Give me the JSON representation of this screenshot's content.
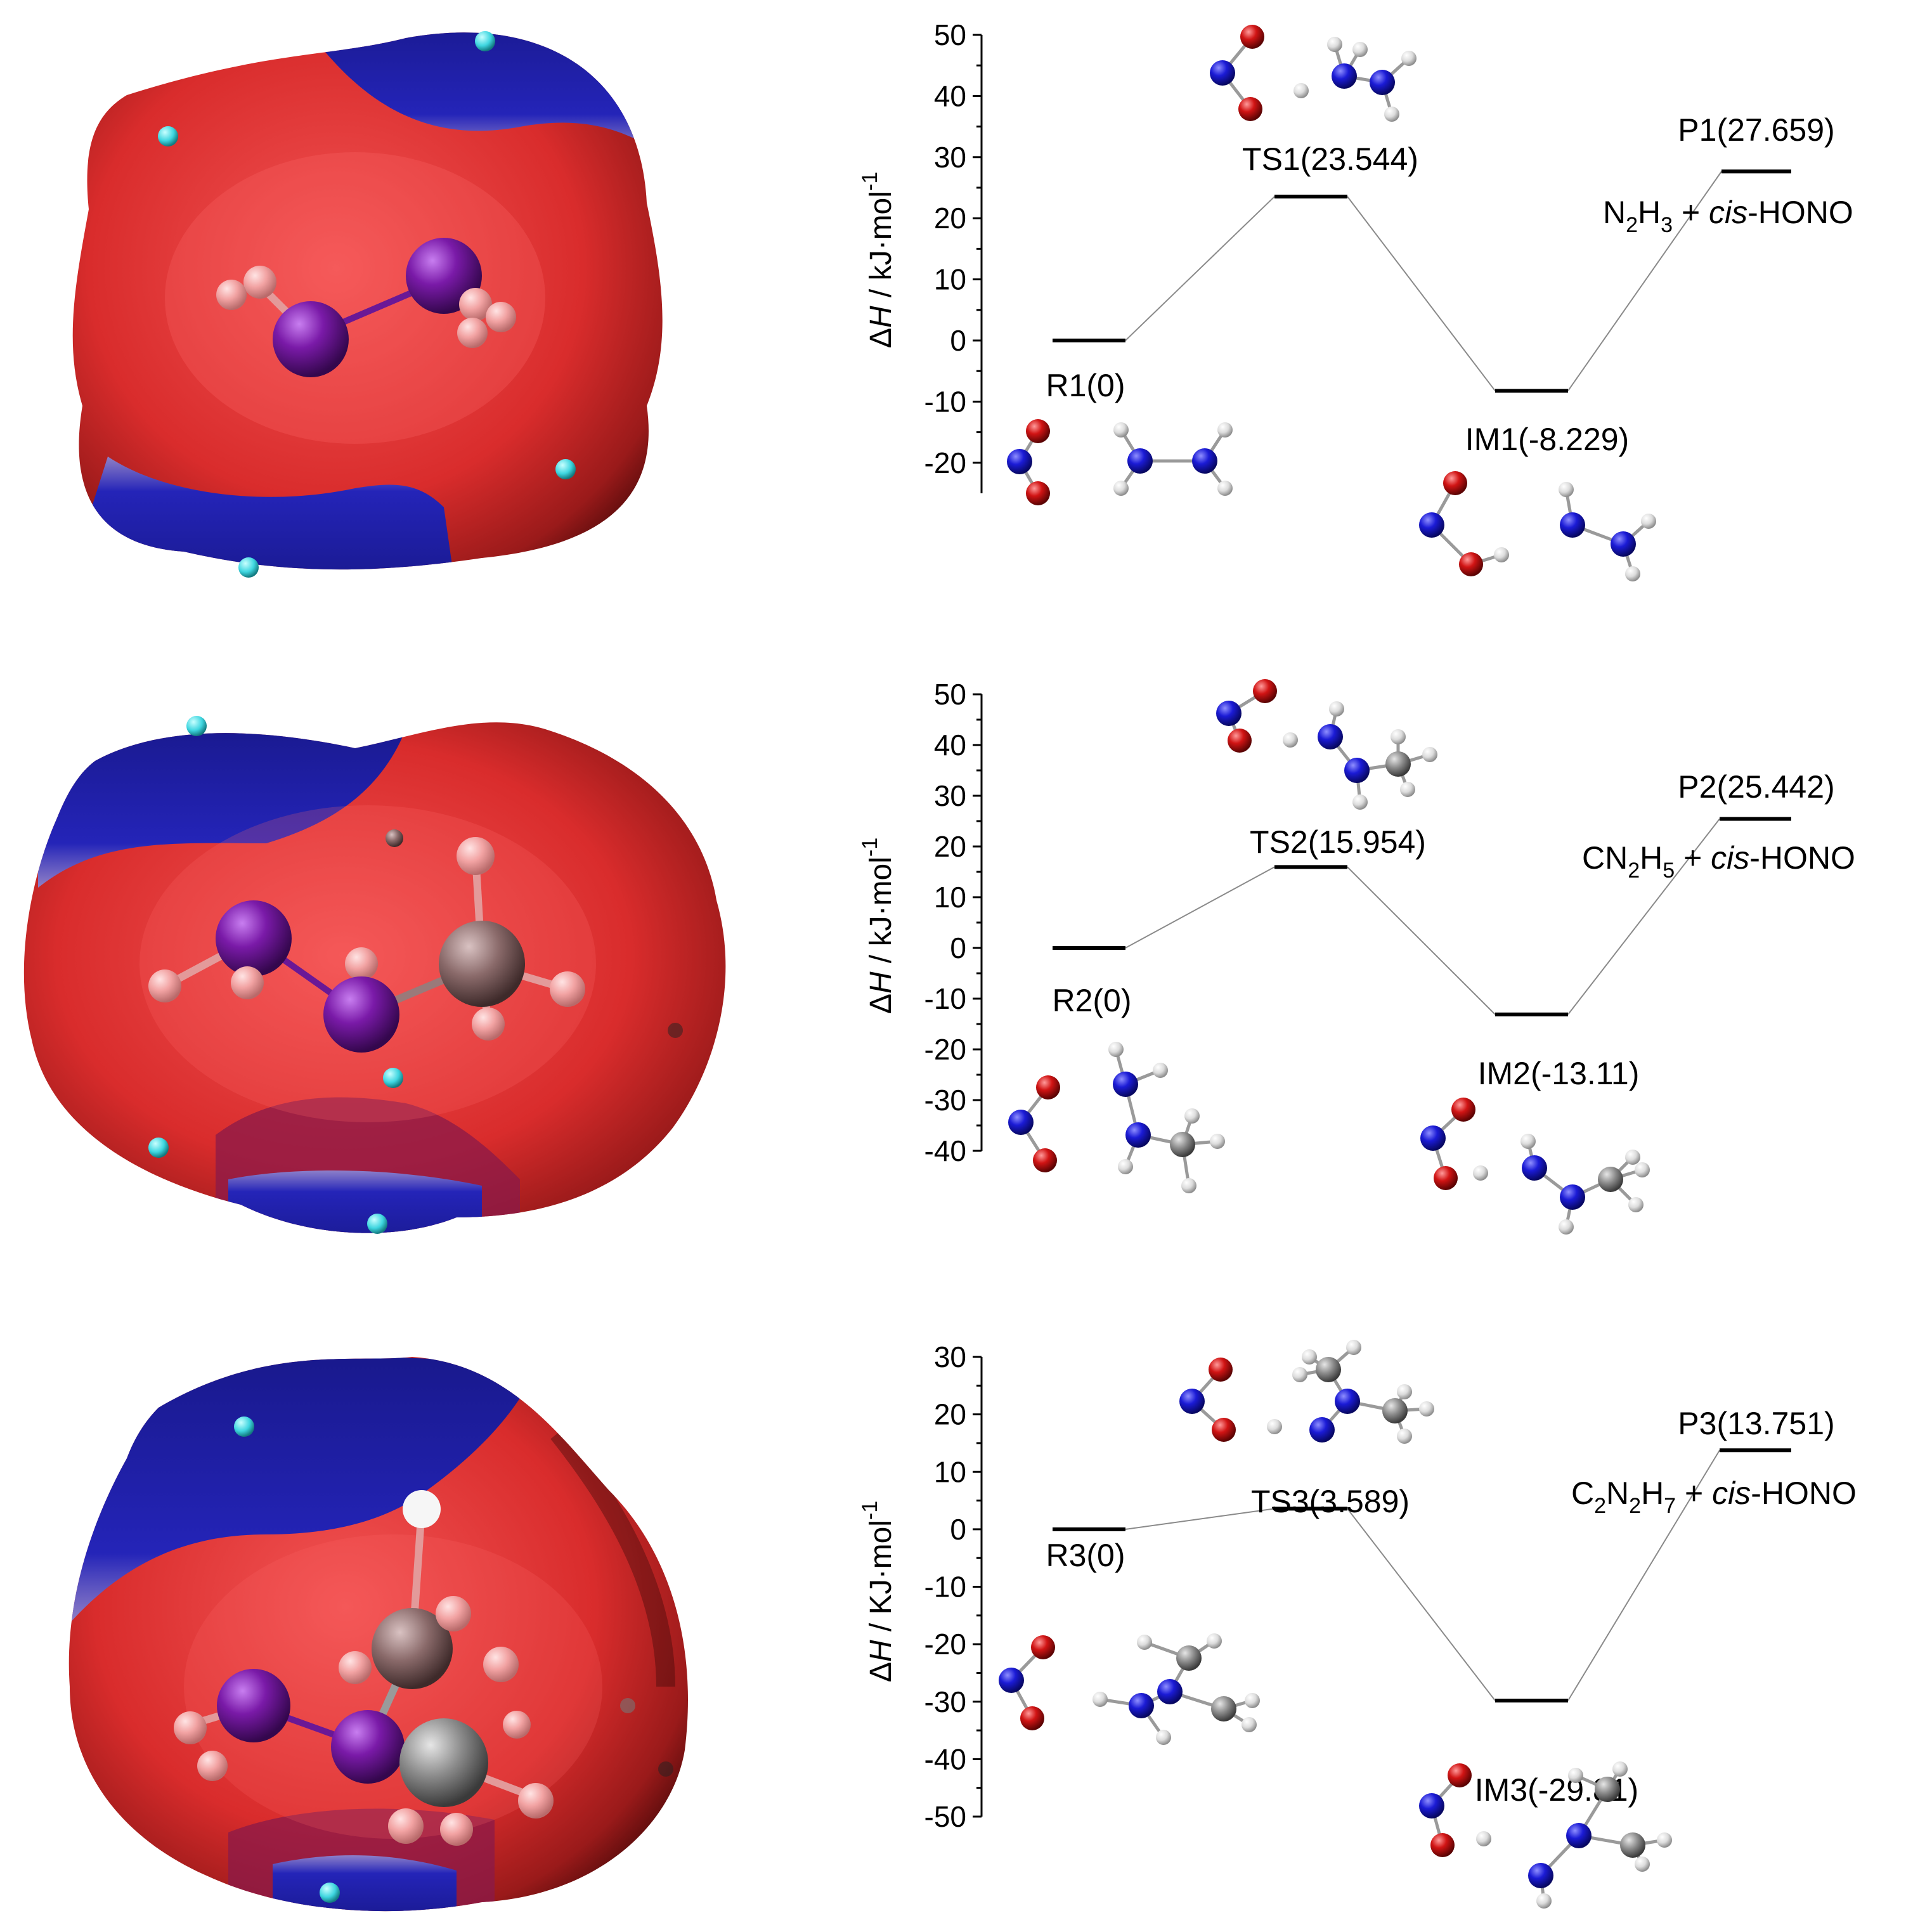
{
  "chart_data": [
    {
      "type": "line",
      "ylabel_symbol": "ΔH",
      "ylabel_unit": "kJ·mol",
      "ylabel_exp": "-1",
      "ylim": [
        -25,
        50
      ],
      "yticks": [
        50,
        40,
        30,
        20,
        10,
        0,
        -10,
        -20
      ],
      "grid": false,
      "states": [
        {
          "name": "R1",
          "label": "R1(0)",
          "value": 0
        },
        {
          "name": "TS1",
          "label": "TS1(23.544)",
          "value": 23.544
        },
        {
          "name": "IM1",
          "label": "IM1(-8.229)",
          "value": -8.229
        },
        {
          "name": "P1",
          "label": "P1(27.659)",
          "value": 27.659
        }
      ],
      "product_formula": {
        "main": "N",
        "sub1": "2",
        "mid": "H",
        "sub2": "3",
        "plus": "+",
        "italic": "cis",
        "rest": "-HONO"
      }
    },
    {
      "type": "line",
      "ylabel_symbol": "ΔH",
      "ylabel_unit": "kJ·mol",
      "ylabel_exp": "-1",
      "ylim": [
        -40,
        50
      ],
      "yticks": [
        50,
        40,
        30,
        20,
        10,
        0,
        -10,
        -20,
        -30,
        -40
      ],
      "grid": false,
      "states": [
        {
          "name": "R2",
          "label": "R2(0)",
          "value": 0
        },
        {
          "name": "TS2",
          "label": "TS2(15.954)",
          "value": 15.954
        },
        {
          "name": "IM2",
          "label": "IM2(-13.11)",
          "value": -13.11
        },
        {
          "name": "P2",
          "label": "P2(25.442)",
          "value": 25.442
        }
      ],
      "product_formula": {
        "main": "CN",
        "sub1": "2",
        "mid": "H",
        "sub2": "5",
        "plus": "+",
        "italic": "cis",
        "rest": "-HONO"
      }
    },
    {
      "type": "line",
      "ylabel_symbol": "ΔH",
      "ylabel_unit": "KJ·mol",
      "ylabel_exp": "-1",
      "ylim": [
        -50,
        30
      ],
      "yticks": [
        30,
        20,
        10,
        0,
        -10,
        -20,
        -30,
        -40,
        -50
      ],
      "grid": false,
      "states": [
        {
          "name": "R3",
          "label": "R3(0)",
          "value": 0
        },
        {
          "name": "TS3",
          "label": "TS3(3.589)",
          "value": 3.589
        },
        {
          "name": "IM3",
          "label": "IM3(-29.81)",
          "value": -29.81
        },
        {
          "name": "P3",
          "label": "P3(13.751)",
          "value": 13.751
        }
      ],
      "product_formula": {
        "main": "C",
        "sub1": "2",
        "mid": "N",
        "sub2": "2",
        "tail": "H",
        "sub3": "7",
        "plus": "+",
        "italic": "cis",
        "rest": "-HONO"
      }
    }
  ],
  "colors": {
    "surface_negative": "#e03a3a",
    "surface_positive": "#1f1fa8",
    "nitrogen": "#1b1bd6",
    "oxygen": "#d11414",
    "hydrogen": "#e6e6e6",
    "carbon": "#8c8c8c",
    "surface_nitrogen": "#7a1aa8",
    "surface_hydrogen": "#f2a3a3",
    "surface_carbon": "#8a6a6a",
    "marker": "#3fd6e0"
  },
  "icons": [
    "esp-surface-icon",
    "molecule-icon"
  ]
}
